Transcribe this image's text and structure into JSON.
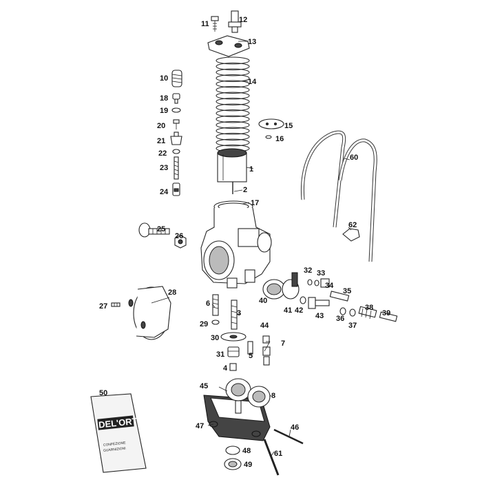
{
  "labels": {
    "p1": "1",
    "p2": "2",
    "p3": "3",
    "p4": "4",
    "p5": "5",
    "p6": "6",
    "p7": "7",
    "p8": "8",
    "p10": "10",
    "p11": "11",
    "p12": "12",
    "p13": "13",
    "p14": "14",
    "p15": "15",
    "p16": "16",
    "p17": "17",
    "p18": "18",
    "p19": "19",
    "p20": "20",
    "p21": "21",
    "p22": "22",
    "p23": "23",
    "p24": "24",
    "p25": "25",
    "p26": "26",
    "p27": "27",
    "p28": "28",
    "p29": "29",
    "p30": "30",
    "p31": "31",
    "p32": "32",
    "p33": "33",
    "p34": "34",
    "p35": "35",
    "p36": "36",
    "p37": "37",
    "p38": "38",
    "p39": "39",
    "p40": "40",
    "p41": "41",
    "p42": "42",
    "p43": "43",
    "p44": "44",
    "p45": "45",
    "p46": "46",
    "p47": "47",
    "p48": "48",
    "p49": "49",
    "p50": "50",
    "p60": "60",
    "p61": "61",
    "p62": "62"
  },
  "bag": {
    "brand": "DEL'ORTO",
    "line1": "CONFEZIONE",
    "line2": "GUARNIZIONI"
  }
}
